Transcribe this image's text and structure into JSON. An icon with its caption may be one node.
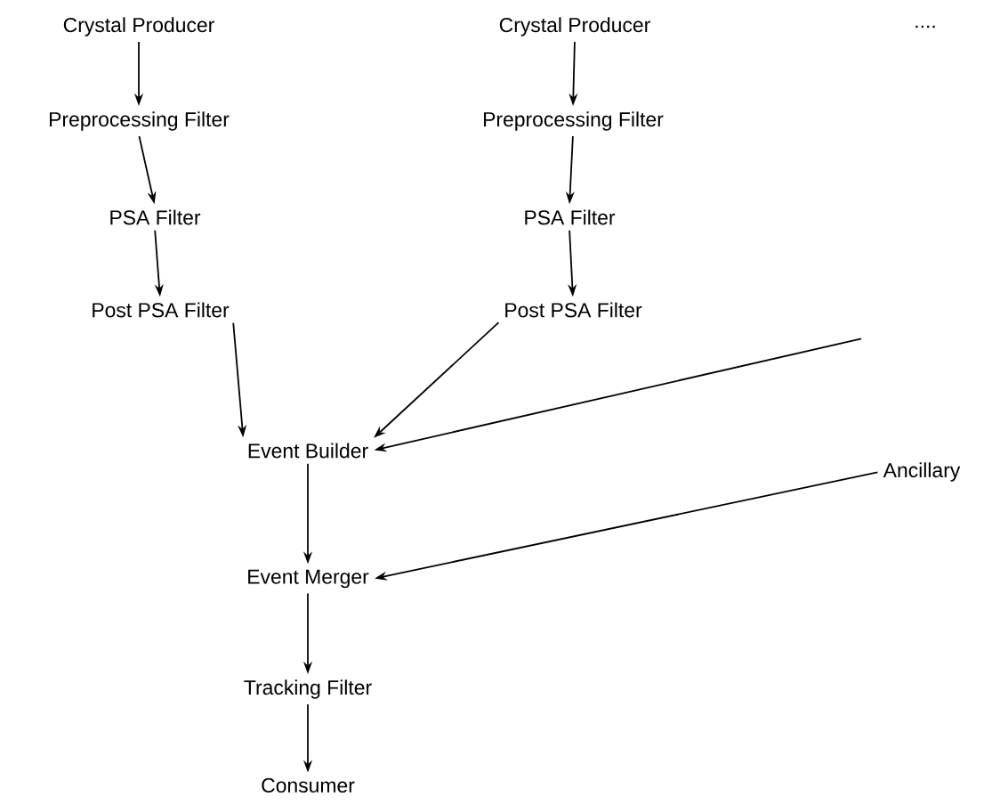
{
  "diagram": {
    "nodes": [
      {
        "text": [
          "Crystal Producer"
        ]
      },
      {
        "text": [
          "Preprocessing Filter"
        ]
      },
      {
        "text": [
          "PSA Filter"
        ]
      },
      {
        "text": [
          "Post PSA Filter"
        ]
      },
      {
        "text": [
          "Crystal Producer"
        ]
      },
      {
        "text": [
          "Preprocessing Filter"
        ]
      },
      {
        "text": [
          "PSA Filter"
        ]
      },
      {
        "text": [
          "Post PSA Filter"
        ]
      },
      {
        "text": [
          "Event Builder"
        ]
      },
      {
        "text": [
          "Ancillary"
        ]
      },
      {
        "text": [
          "Event Merger"
        ]
      },
      {
        "text": [
          "Tracking Filter"
        ]
      },
      {
        "text": [
          "Consumer"
        ]
      }
    ],
    "edges": [
      {
        "from": 0,
        "to": 1,
        "arrow": "to"
      },
      {
        "from": 1,
        "to": 2,
        "arrow": "to"
      },
      {
        "from": 2,
        "to": 3,
        "arrow": "to"
      },
      {
        "from": 4,
        "to": 5,
        "arrow": "to"
      },
      {
        "from": 5,
        "to": 6,
        "arrow": "to"
      },
      {
        "from": 6,
        "to": 7,
        "arrow": "to"
      },
      {
        "from": 3,
        "to": 8,
        "arrow": "to"
      },
      {
        "from": 7,
        "to": 8,
        "arrow": "to"
      },
      {
        "from": null,
        "to": 8,
        "arrow": "to"
      },
      {
        "from": 8,
        "to": 10,
        "arrow": "to"
      },
      {
        "from": 9,
        "to": 10,
        "arrow": "to"
      },
      {
        "from": 10,
        "to": 11,
        "arrow": "to"
      },
      {
        "from": 11,
        "to": 12,
        "arrow": "to"
      }
    ],
    "labels": [
      "...."
    ]
  }
}
